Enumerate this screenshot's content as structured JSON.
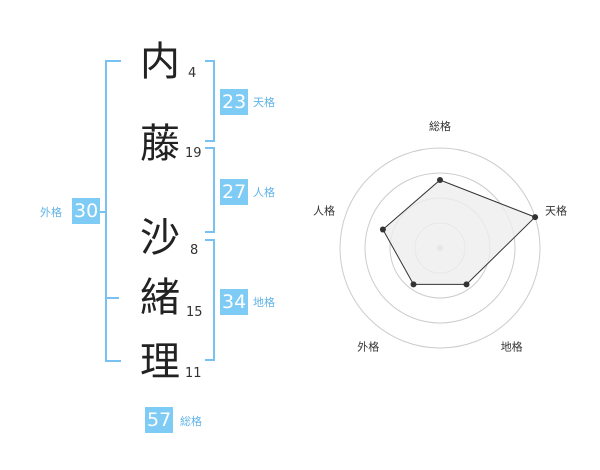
{
  "characters": [
    {
      "kanji": "内",
      "strokes": "4"
    },
    {
      "kanji": "藤",
      "strokes": "19"
    },
    {
      "kanji": "沙",
      "strokes": "8"
    },
    {
      "kanji": "緒",
      "strokes": "15"
    },
    {
      "kanji": "理",
      "strokes": "11"
    }
  ],
  "scores": {
    "tenkaku": {
      "label": "天格",
      "value": "23"
    },
    "jinkaku": {
      "label": "人格",
      "value": "27"
    },
    "chikaku": {
      "label": "地格",
      "value": "34"
    },
    "gaikaku": {
      "label": "外格",
      "value": "30"
    },
    "soukaku": {
      "label": "総格",
      "value": "57"
    }
  },
  "colors": {
    "accent": "#7ecbf5",
    "bracket": "#78c1f2",
    "radar_fill": "#eeeeee",
    "radar_line": "#333333"
  },
  "chart_data": {
    "type": "radar",
    "axes": [
      "総格",
      "天格",
      "地格",
      "外格",
      "人格"
    ],
    "values": [
      0.68,
      1.0,
      0.45,
      0.45,
      0.6
    ],
    "rings": 4
  }
}
